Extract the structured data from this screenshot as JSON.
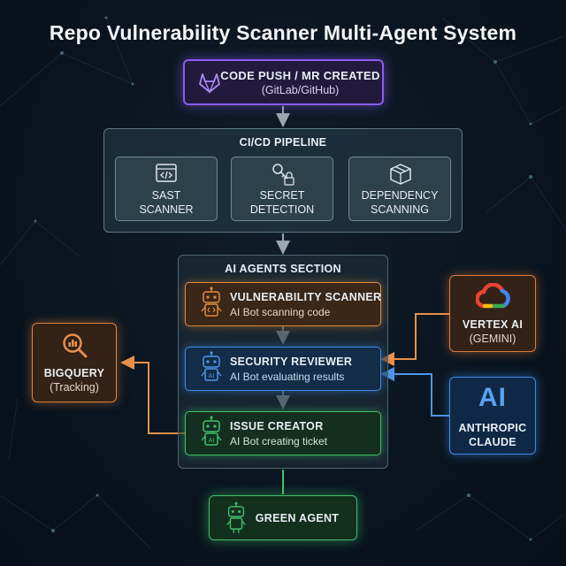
{
  "title": "Repo Vulnerability Scanner Multi-Agent System",
  "trigger": {
    "line1": "CODE PUSH / MR CREATED",
    "line2": "(GitLab/GitHub)"
  },
  "pipeline": {
    "title": "CI/CD PIPELINE",
    "tools": [
      {
        "line1": "SAST",
        "line2": "SCANNER"
      },
      {
        "line1": "SECRET",
        "line2": "DETECTION"
      },
      {
        "line1": "DEPENDENCY",
        "line2": "SCANNING"
      }
    ]
  },
  "agents_section": {
    "title": "AI AGENTS SECTION",
    "agents": [
      {
        "name": "VULNERABILITY SCANNER",
        "desc": "AI Bot scanning code",
        "color": "#e28a3c"
      },
      {
        "name": "SECURITY REVIEWER",
        "desc": "AI Bot evaluating results",
        "color": "#3d8ae6"
      },
      {
        "name": "ISSUE CREATOR",
        "desc": "AI Bot creating ticket",
        "color": "#3fc06a"
      }
    ]
  },
  "bigquery": {
    "line1": "BIGQUERY",
    "line2": "(Tracking)"
  },
  "vertex": {
    "line1": "VERTEX AI",
    "line2": "(GEMINI)"
  },
  "anthropic": {
    "logo": "AI",
    "line1": "ANTHROPIC",
    "line2": "CLAUDE"
  },
  "green_agent": {
    "label": "GREEN AGENT"
  },
  "icons": [
    "gitlab-icon",
    "code-window-icon",
    "key-lock-icon",
    "package-box-icon",
    "robot-icon",
    "magnifier-chart-icon",
    "google-cloud-icon"
  ],
  "colors": {
    "purple": "#8a5cf0",
    "orange": "#e28a3c",
    "blue": "#3d8ae6",
    "green": "#3fc06a"
  }
}
